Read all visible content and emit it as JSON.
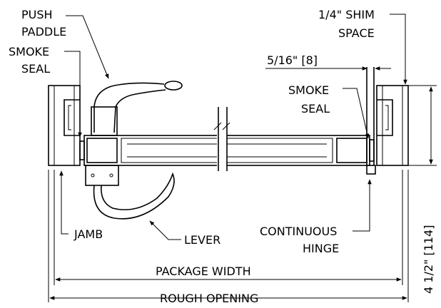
{
  "labels": {
    "push_paddle_1": "PUSH",
    "push_paddle_2": "PADDLE",
    "smoke_seal_left_1": "SMOKE",
    "smoke_seal_left_2": "SEAL",
    "shim_1": "1/4\" SHIM",
    "shim_2": "SPACE",
    "gap_dim": "5/16\" [8]",
    "smoke_seal_right_1": "SMOKE",
    "smoke_seal_right_2": "SEAL",
    "jamb": "JAMB",
    "lever": "LEVER",
    "hinge_1": "CONTINUOUS",
    "hinge_2": "HINGE",
    "depth_dim": "4 1/2\" [114]",
    "package_width": "PACKAGE WIDTH",
    "rough_opening": "ROUGH OPENING"
  }
}
